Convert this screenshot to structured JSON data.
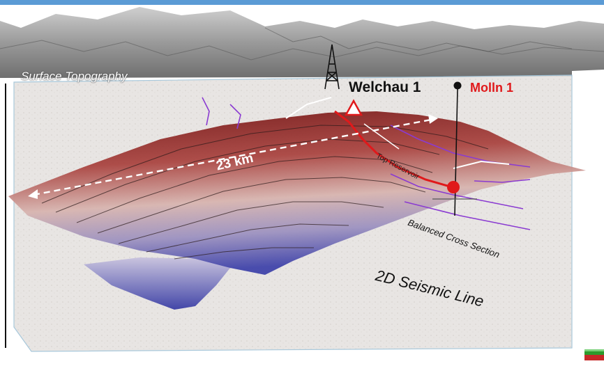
{
  "labels": {
    "surface_topography": "Surface Topography",
    "well_1": "Welchau 1",
    "well_2": "Molln 1",
    "distance": "23 km",
    "top_reservoir": "Top Reservoir",
    "balanced_cross_section": "Balanced Cross Section",
    "seismic_line": "2D Seismic Line"
  },
  "colors": {
    "top_bar": "#5b9bd5",
    "horizon_high": "#7a1010",
    "horizon_low": "#3b3fa8",
    "reservoir_line": "#e0191b",
    "section_lines": "#8a3bd1",
    "well_2_marker": "#e0191b",
    "well_1_marker": "#e0191b"
  },
  "icons": {
    "drilling_rig": "drilling-rig-icon",
    "well_1_marker": "triangle-well-icon",
    "well_2_marker": "circle-well-icon",
    "axis_gizmo": "axis-cube-icon"
  }
}
